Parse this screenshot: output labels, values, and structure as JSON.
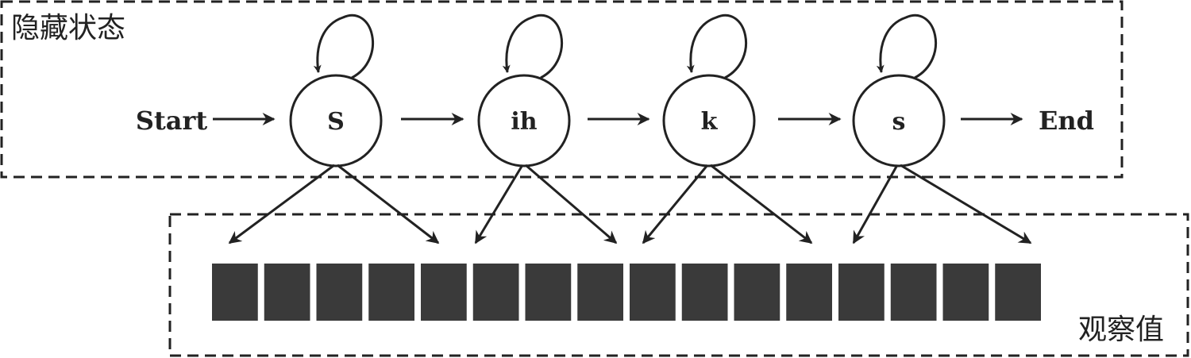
{
  "hidden_panel": {
    "title": "隐藏状态"
  },
  "observed_panel": {
    "title": "观察值",
    "observation_count": 16
  },
  "start_label": "Start",
  "end_label": "End",
  "states": [
    {
      "label": "S"
    },
    {
      "label": "ih"
    },
    {
      "label": "k"
    },
    {
      "label": "s"
    }
  ],
  "colors": {
    "stroke": "#222222",
    "box_fill": "#3a3a3a",
    "background": "#ffffff"
  }
}
